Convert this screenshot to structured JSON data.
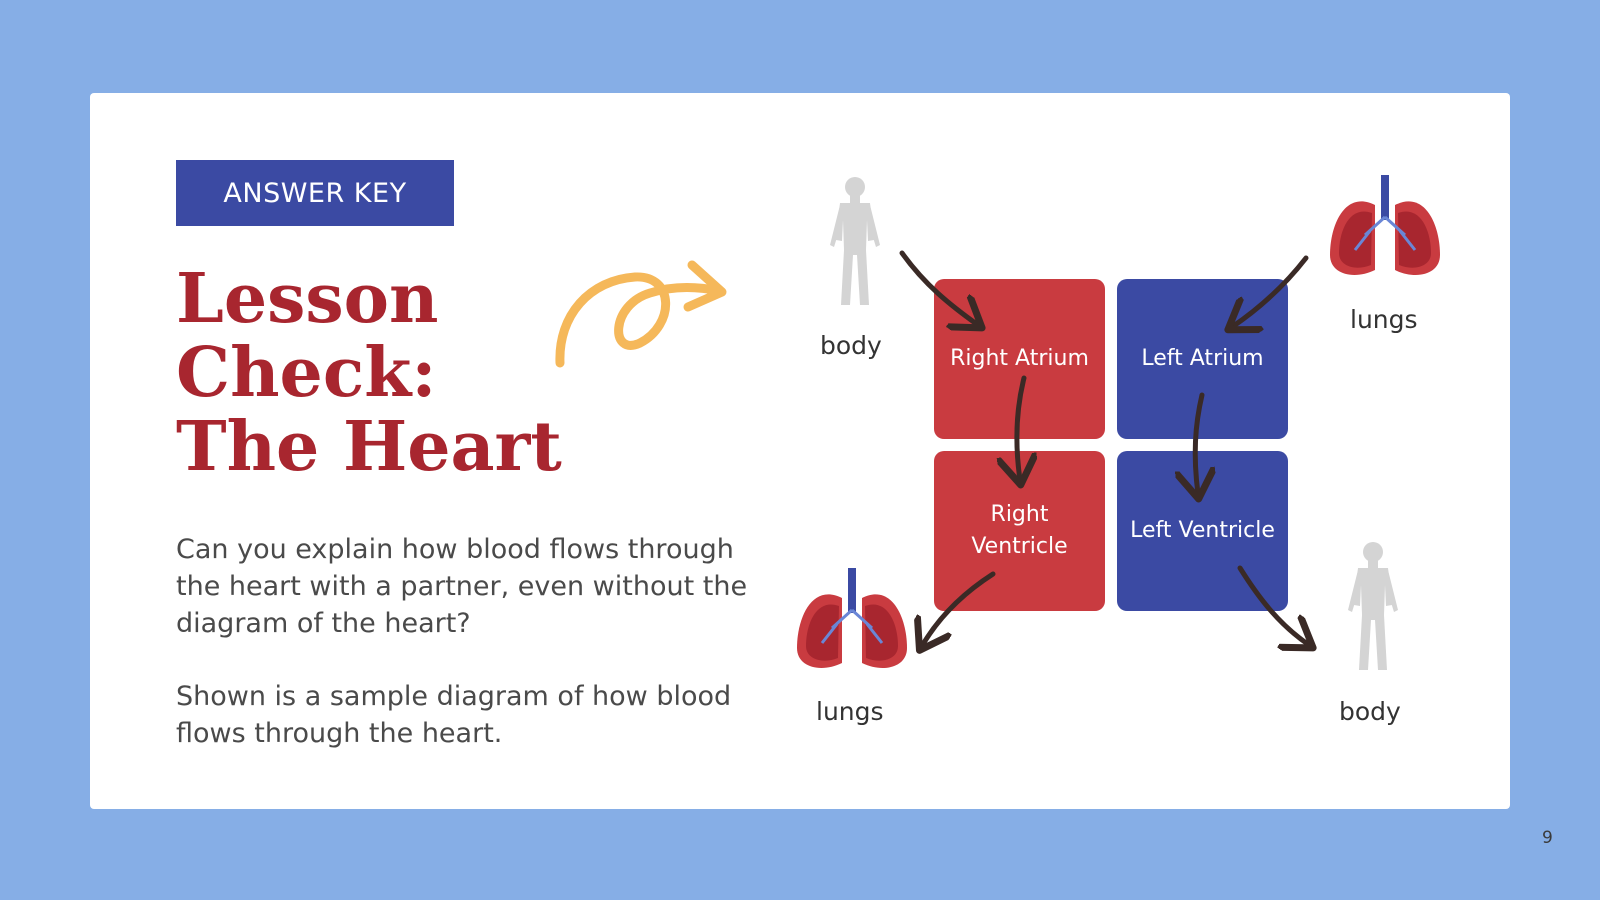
{
  "slide": {
    "badge": "ANSWER KEY",
    "title_lines": [
      "Lesson",
      "Check:",
      "The Heart"
    ],
    "paragraph1": "Can you explain how blood flows through the heart with a partner, even without the diagram of the heart?",
    "paragraph2": "Shown is a sample diagram of how blood flows through the heart.",
    "page_number": "9"
  },
  "diagram": {
    "chambers": {
      "right_atrium": "Right Atrium",
      "left_atrium": "Left Atrium",
      "right_ventricle": "Right Ventricle",
      "left_ventricle": "Left Ventricle"
    },
    "labels": {
      "body_top": "body",
      "lungs_top": "lungs",
      "lungs_bottom": "lungs",
      "body_bottom": "body"
    },
    "icons": [
      "body-silhouette-icon",
      "lungs-icon",
      "arrow-icon",
      "curly-arrow-icon"
    ]
  },
  "colors": {
    "background": "#86aee6",
    "card": "#ffffff",
    "accent_blue": "#3b4aa3",
    "accent_red": "#c93b40",
    "title_red": "#a8262f",
    "arrow_dark": "#3a2a26",
    "curly_arrow": "#f5b85a",
    "silhouette": "#d4d4d4"
  }
}
